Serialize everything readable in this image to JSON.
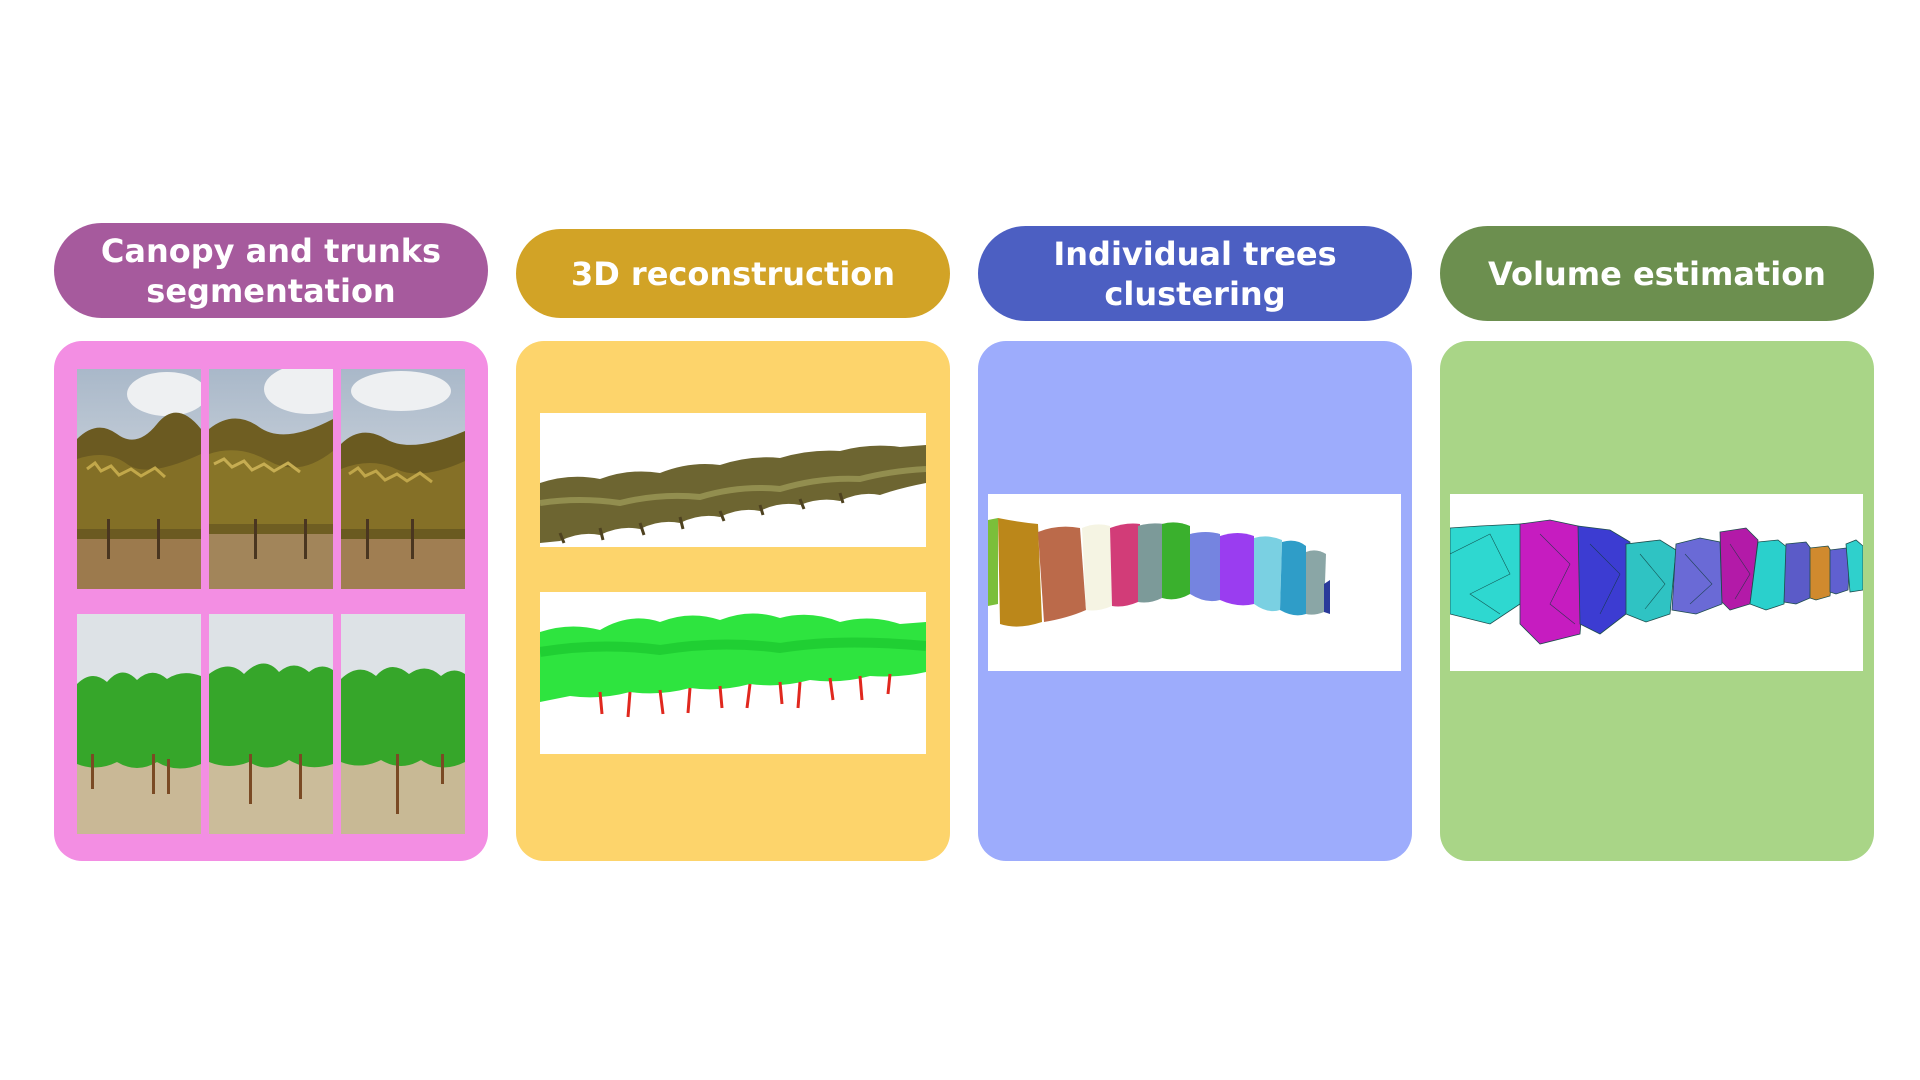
{
  "steps": [
    {
      "label": "Canopy and trunks segmentation",
      "color": "#a65a9d",
      "panel_color": "#f38ee3"
    },
    {
      "label": "3D reconstruction",
      "color": "#d2a326",
      "panel_color": "#fdd46b"
    },
    {
      "label": "Individual trees clustering",
      "color": "#4c5fc2",
      "panel_color": "#9dacfc"
    },
    {
      "label": "Volume estimation",
      "color": "#6c8f4f",
      "panel_color": "#a9d587"
    }
  ],
  "images": {
    "segmentation": "vineyard photos, original (top) and canopy/trunk segmented (bottom)",
    "reconstruction": "point cloud of vine row, color (top) and canopy green / trunks red (bottom)",
    "clustering": "vine row point cloud colored per individual tree cluster",
    "volume": "triangulated mesh volumes per tree"
  }
}
